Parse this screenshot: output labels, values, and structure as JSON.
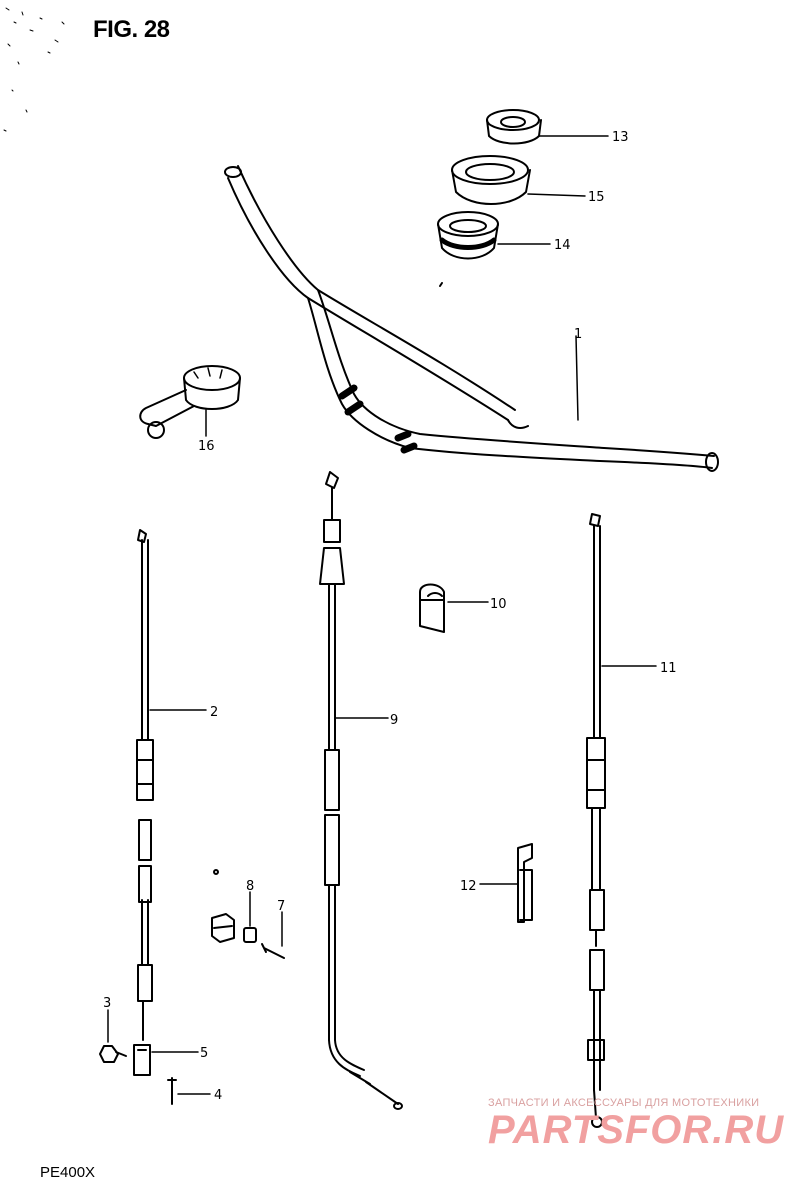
{
  "figure": {
    "title": "FIG. 28",
    "model": "PE400X"
  },
  "watermark": {
    "tagline": "ЗАПЧАСТИ И АКСЕССУАРЫ ДЛЯ МОТОТЕХНИКИ",
    "brand": "PARTSFOR.RU",
    "color": "#f1a0a0"
  },
  "callouts": [
    {
      "id": "1",
      "label": "1"
    },
    {
      "id": "2",
      "label": "2"
    },
    {
      "id": "3",
      "label": "3"
    },
    {
      "id": "4",
      "label": "4"
    },
    {
      "id": "5",
      "label": "5"
    },
    {
      "id": "7",
      "label": "7"
    },
    {
      "id": "8",
      "label": "8"
    },
    {
      "id": "9",
      "label": "9"
    },
    {
      "id": "10",
      "label": "10"
    },
    {
      "id": "11",
      "label": "11"
    },
    {
      "id": "12",
      "label": "12"
    },
    {
      "id": "13",
      "label": "13"
    },
    {
      "id": "14",
      "label": "14"
    },
    {
      "id": "15",
      "label": "15"
    },
    {
      "id": "16",
      "label": "16"
    }
  ]
}
